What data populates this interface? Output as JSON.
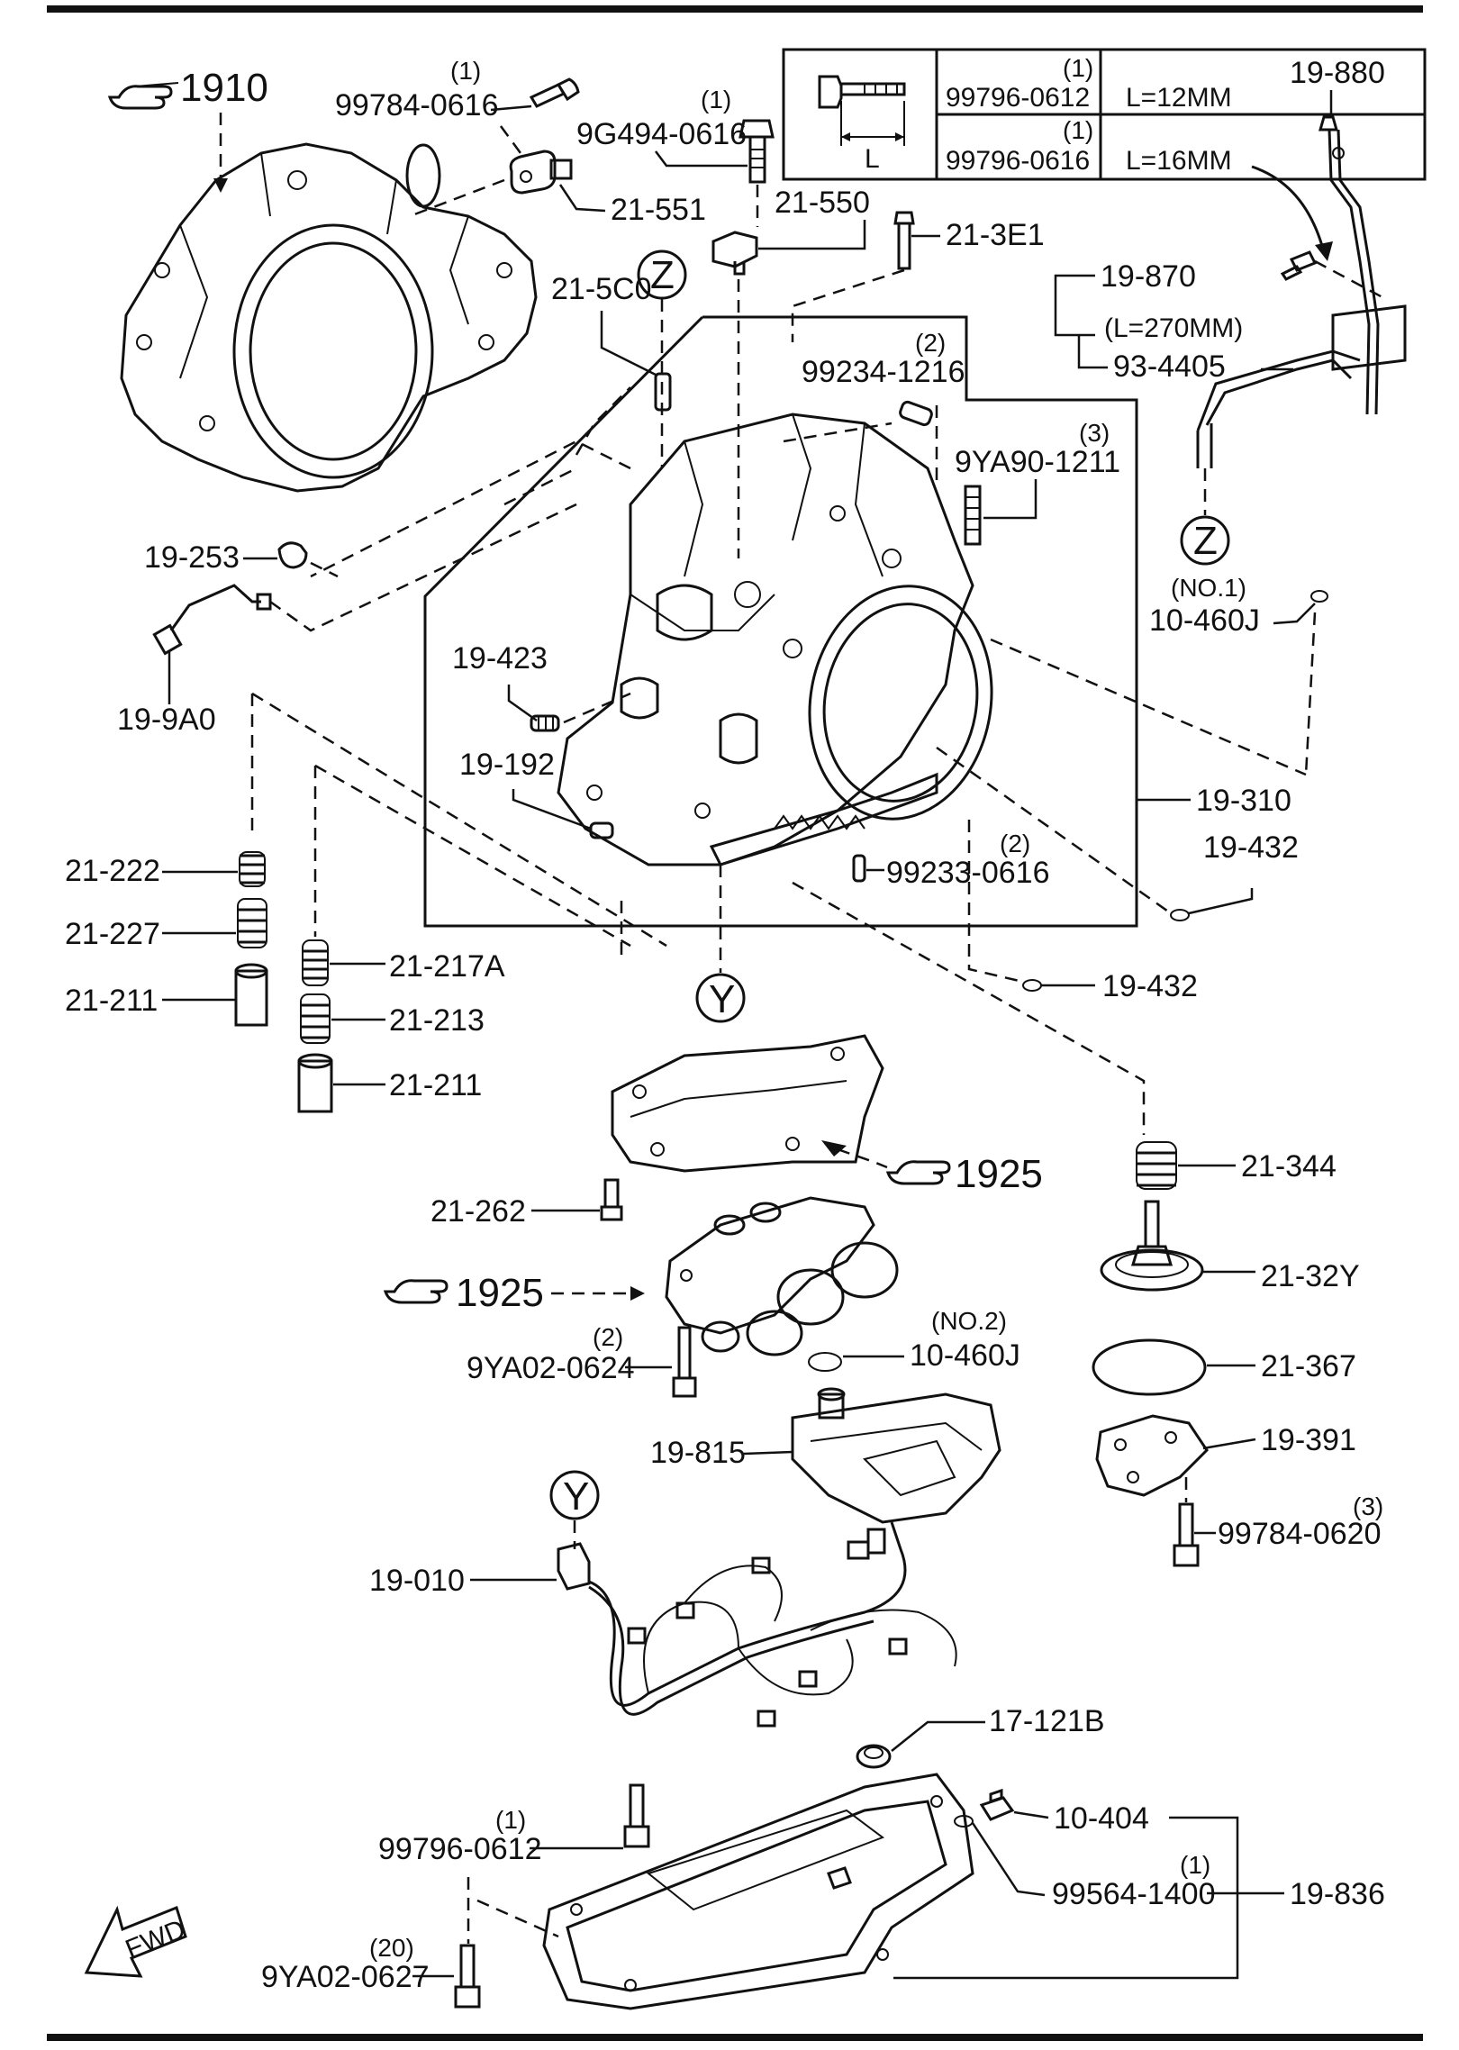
{
  "diagram": {
    "refs": {
      "top_left": "1910",
      "plate_upper": "1925",
      "valve_body": "1925"
    },
    "bolt_table": {
      "rows": [
        {
          "qty": "(1)",
          "part": "99796-0612",
          "length": "L=12MM"
        },
        {
          "qty": "(1)",
          "part": "99796-0616",
          "length": "L=16MM"
        }
      ],
      "dimension_label": "L"
    },
    "callouts": {
      "z_marker": "Z",
      "y_marker": "Y",
      "fwd": "FWD"
    },
    "labels": {
      "p99784_0616": "99784-0616",
      "p99784_0616_qty": "(1)",
      "p9g494_0616": "9G494-0616",
      "p9g494_0616_qty": "(1)",
      "p21_551": "21-551",
      "p21_550": "21-550",
      "p21_3e1": "21-3E1",
      "p21_5c0": "21-5C0",
      "p99234_1216": "99234-1216",
      "p99234_1216_qty": "(2)",
      "p9ya90_1211": "9YA90-1211",
      "p9ya90_1211_qty": "(3)",
      "p19_880": "19-880",
      "p19_870": "19-870",
      "p19_870_len": "(L=270MM)",
      "p93_4405": "93-4405",
      "p10_460j_no1_note": "(NO.1)",
      "p10_460j_no1": "10-460J",
      "p19_253": "19-253",
      "p19_9a0": "19-9A0",
      "p19_423": "19-423",
      "p19_192": "19-192",
      "p99233_0616": "99233-0616",
      "p99233_0616_qty": "(2)",
      "p19_310": "19-310",
      "p19_432_a": "19-432",
      "p19_432_b": "19-432",
      "p21_222": "21-222",
      "p21_227": "21-227",
      "p21_211_a": "21-211",
      "p21_217a": "21-217A",
      "p21_213": "21-213",
      "p21_211_b": "21-211",
      "p21_344": "21-344",
      "p21_262": "21-262",
      "p21_32y": "21-32Y",
      "p21_367": "21-367",
      "p10_460j_no2_note": "(NO.2)",
      "p10_460j_no2": "10-460J",
      "p9ya02_0624": "9YA02-0624",
      "p9ya02_0624_qty": "(2)",
      "p19_815": "19-815",
      "p19_391": "19-391",
      "p99784_0620": "99784-0620",
      "p99784_0620_qty": "(3)",
      "p19_010": "19-010",
      "p17_121b": "17-121B",
      "p10_404": "10-404",
      "p99796_0612": "99796-0612",
      "p99796_0612_qty": "(1)",
      "p99564_1400": "99564-1400",
      "p99564_1400_qty": "(1)",
      "p19_836": "19-836",
      "p9ya02_0627": "9YA02-0627",
      "p9ya02_0627_qty": "(20)"
    }
  }
}
